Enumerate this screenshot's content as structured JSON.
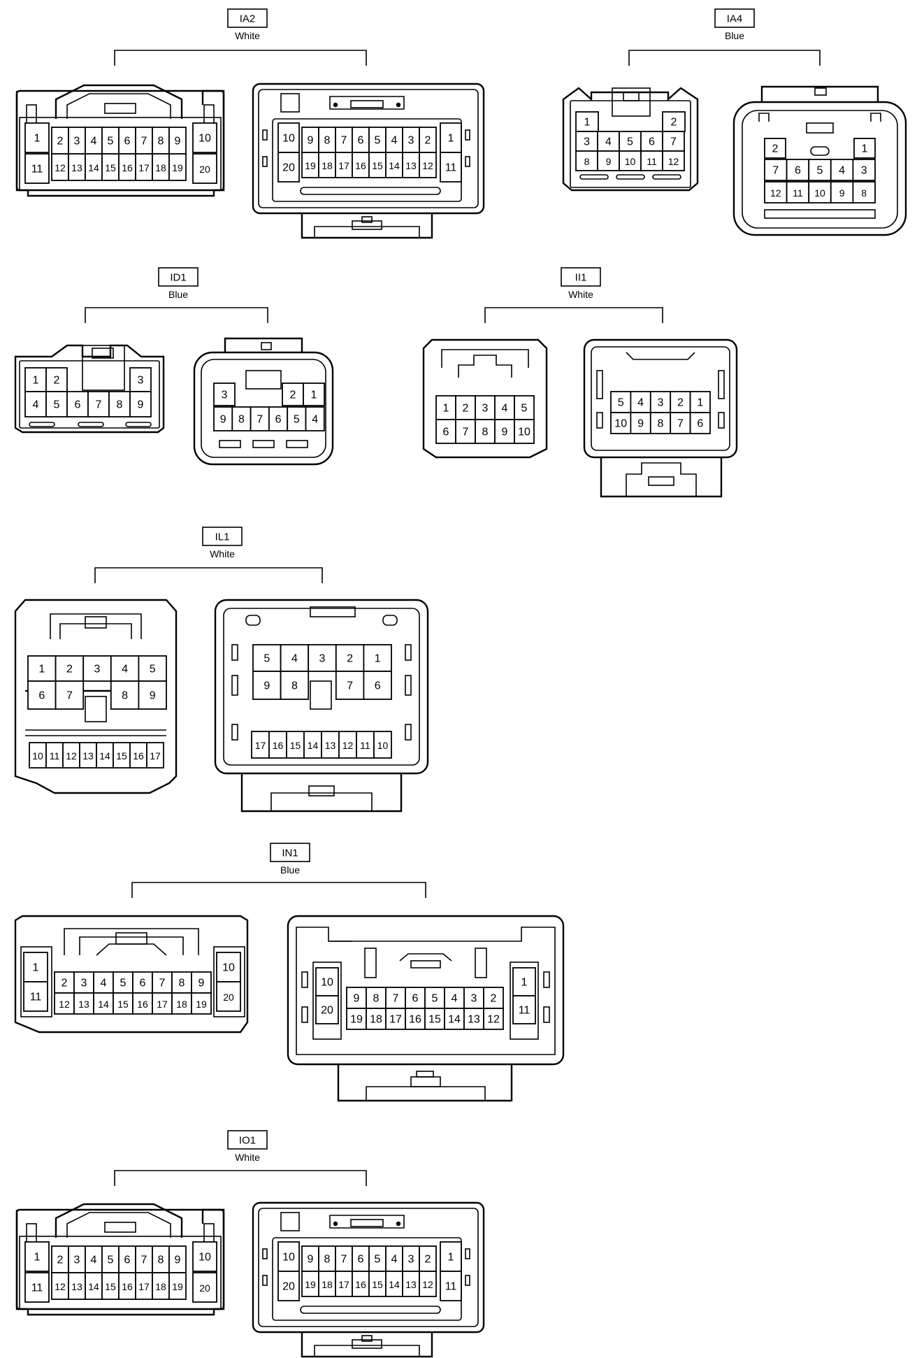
{
  "connectors": [
    {
      "id": "IA2",
      "label": "IA2",
      "color": "White",
      "female": [
        [
          "1",
          "2",
          "3",
          "4",
          "5",
          "6",
          "7",
          "8",
          "9",
          "10"
        ],
        [
          "11",
          "12",
          "13",
          "14",
          "15",
          "16",
          "17",
          "18",
          "19",
          "20"
        ]
      ],
      "male": [
        [
          "10",
          "9",
          "8",
          "7",
          "6",
          "5",
          "4",
          "3",
          "2",
          "1"
        ],
        [
          "20",
          "19",
          "18",
          "17",
          "16",
          "15",
          "14",
          "13",
          "12",
          "11"
        ]
      ]
    },
    {
      "id": "IA4",
      "label": "IA4",
      "color": "Blue",
      "female": [
        [
          "1",
          "2"
        ],
        [
          "3",
          "4",
          "5",
          "6",
          "7"
        ],
        [
          "8",
          "9",
          "10",
          "11",
          "12"
        ]
      ],
      "male": [
        [
          "2",
          "1"
        ],
        [
          "7",
          "6",
          "5",
          "4",
          "3"
        ],
        [
          "12",
          "11",
          "10",
          "9",
          "8"
        ]
      ]
    },
    {
      "id": "ID1",
      "label": "ID1",
      "color": "Blue",
      "female": [
        [
          "1",
          "2",
          "3"
        ],
        [
          "4",
          "5",
          "6",
          "7",
          "8",
          "9"
        ]
      ],
      "male": [
        [
          "3",
          "2",
          "1"
        ],
        [
          "9",
          "8",
          "7",
          "6",
          "5",
          "4"
        ]
      ]
    },
    {
      "id": "II1",
      "label": "II1",
      "color": "White",
      "female": [
        [
          "1",
          "2",
          "3",
          "4",
          "5"
        ],
        [
          "6",
          "7",
          "8",
          "9",
          "10"
        ]
      ],
      "male": [
        [
          "5",
          "4",
          "3",
          "2",
          "1"
        ],
        [
          "10",
          "9",
          "8",
          "7",
          "6"
        ]
      ]
    },
    {
      "id": "IL1",
      "label": "IL1",
      "color": "White",
      "female": [
        [
          "1",
          "2",
          "3",
          "4",
          "5"
        ],
        [
          "6",
          "7",
          "8",
          "9"
        ],
        [
          "10",
          "11",
          "12",
          "13",
          "14",
          "15",
          "16",
          "17"
        ]
      ],
      "male": [
        [
          "5",
          "4",
          "3",
          "2",
          "1"
        ],
        [
          "9",
          "8",
          "7",
          "6"
        ],
        [
          "17",
          "16",
          "15",
          "14",
          "13",
          "12",
          "11",
          "10"
        ]
      ]
    },
    {
      "id": "IN1",
      "label": "IN1",
      "color": "Blue",
      "female": [
        [
          "1",
          "2",
          "3",
          "4",
          "5",
          "6",
          "7",
          "8",
          "9",
          "10"
        ],
        [
          "11",
          "12",
          "13",
          "14",
          "15",
          "16",
          "17",
          "18",
          "19",
          "20"
        ]
      ],
      "male": [
        [
          "10",
          "9",
          "8",
          "7",
          "6",
          "5",
          "4",
          "3",
          "2",
          "1"
        ],
        [
          "20",
          "19",
          "18",
          "17",
          "16",
          "15",
          "14",
          "13",
          "12",
          "11"
        ]
      ]
    },
    {
      "id": "IO1",
      "label": "IO1",
      "color": "White",
      "female": [
        [
          "1",
          "2",
          "3",
          "4",
          "5",
          "6",
          "7",
          "8",
          "9",
          "10"
        ],
        [
          "11",
          "12",
          "13",
          "14",
          "15",
          "16",
          "17",
          "18",
          "19",
          "20"
        ]
      ],
      "male": [
        [
          "10",
          "9",
          "8",
          "7",
          "6",
          "5",
          "4",
          "3",
          "2",
          "1"
        ],
        [
          "20",
          "19",
          "18",
          "17",
          "16",
          "15",
          "14",
          "13",
          "12",
          "11"
        ]
      ]
    }
  ]
}
